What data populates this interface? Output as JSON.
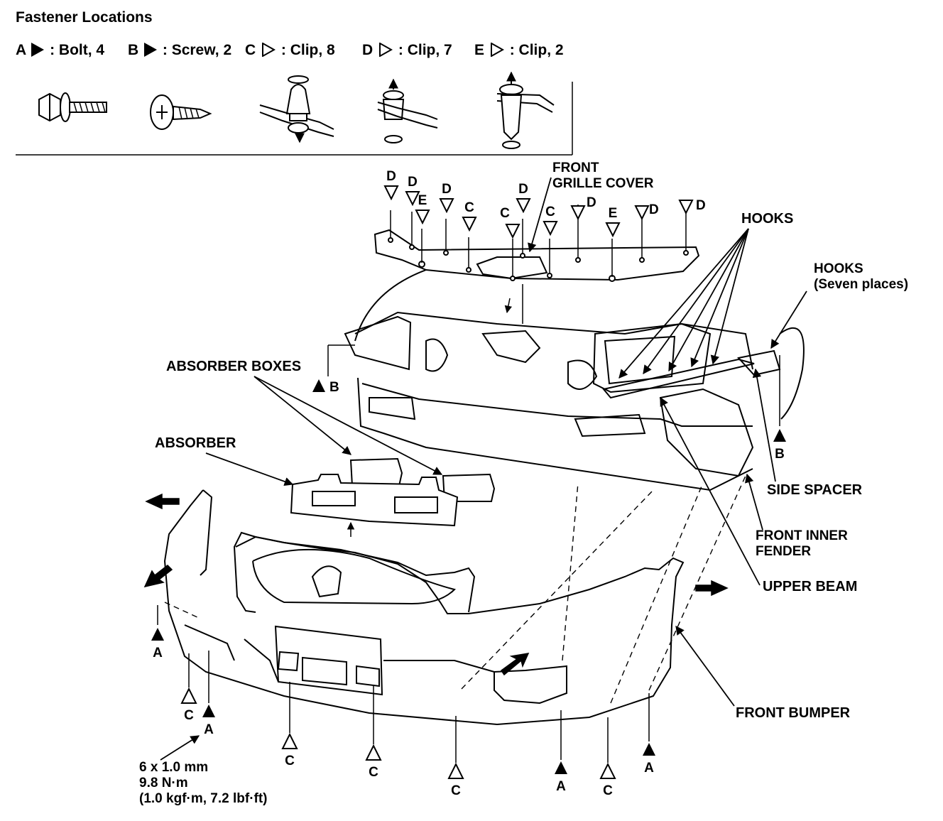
{
  "header": {
    "title": "Fastener Locations"
  },
  "legend": [
    {
      "letter": "A",
      "sep": ":",
      "text": "Bolt, 4",
      "filled": true
    },
    {
      "letter": "B",
      "sep": ":",
      "text": "Screw, 2",
      "filled": true
    },
    {
      "letter": "C",
      "sep": ":",
      "text": "Clip, 8",
      "filled": false
    },
    {
      "letter": "D",
      "sep": ":",
      "text": "Clip, 7",
      "filled": false
    },
    {
      "letter": "E",
      "sep": ":",
      "text": "Clip, 2",
      "filled": false
    }
  ],
  "callouts": {
    "front_grille_cover": "FRONT\nGRILLE COVER",
    "hooks": "HOOKS",
    "hooks_seven": "HOOKS\n(Seven places)",
    "absorber_boxes": "ABSORBER BOXES",
    "absorber": "ABSORBER",
    "side_spacer": "SIDE SPACER",
    "front_inner_fender": "FRONT INNER\nFENDER",
    "upper_beam": "UPPER BEAM",
    "front_bumper": "FRONT BUMPER"
  },
  "torque_spec": "6 x 1.0 mm\n9.8 N·m\n(1.0 kgf·m, 7.2 lbf·ft)",
  "letters": {
    "A": "A",
    "B": "B",
    "C": "C",
    "D": "D",
    "E": "E"
  }
}
